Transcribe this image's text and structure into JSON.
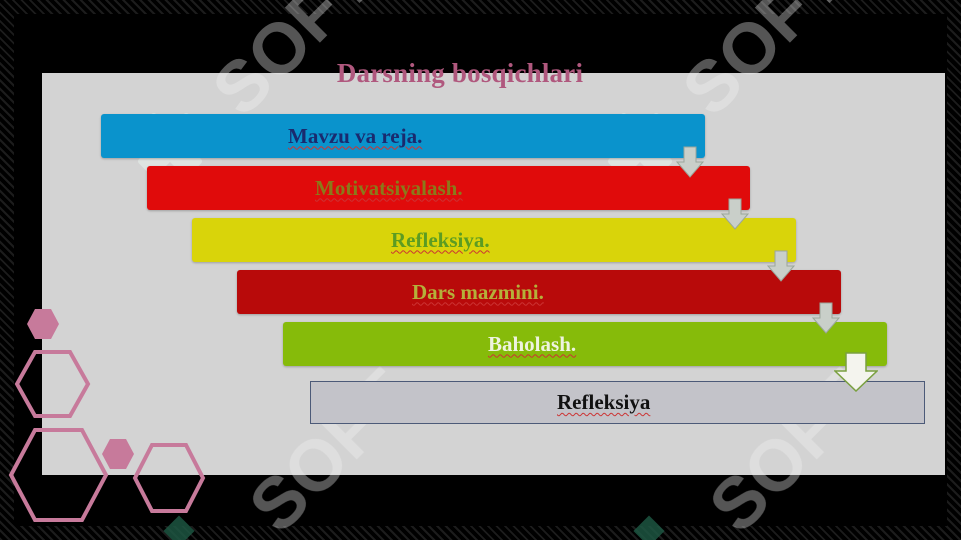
{
  "slide": {
    "title": "Darsning bosqichlari",
    "steps": [
      "Mavzu va reja.",
      "Motivatsiyalash.",
      "Refleksiya.",
      "Dars  mazmini.",
      "Baholash.",
      "Refleksiya"
    ]
  },
  "watermark": {
    "text": "SOFT",
    "icon": "soft-logo-icon"
  },
  "colors": {
    "step_blue": "#0a93cc",
    "step_red": "#e00b0b",
    "step_yellow": "#d9d40a",
    "step_darkred": "#b80a0a",
    "step_green": "#86bb0a",
    "step_grey": "#c3c3c9",
    "title": "#b0587e",
    "hexagon": "#c77a9b"
  }
}
